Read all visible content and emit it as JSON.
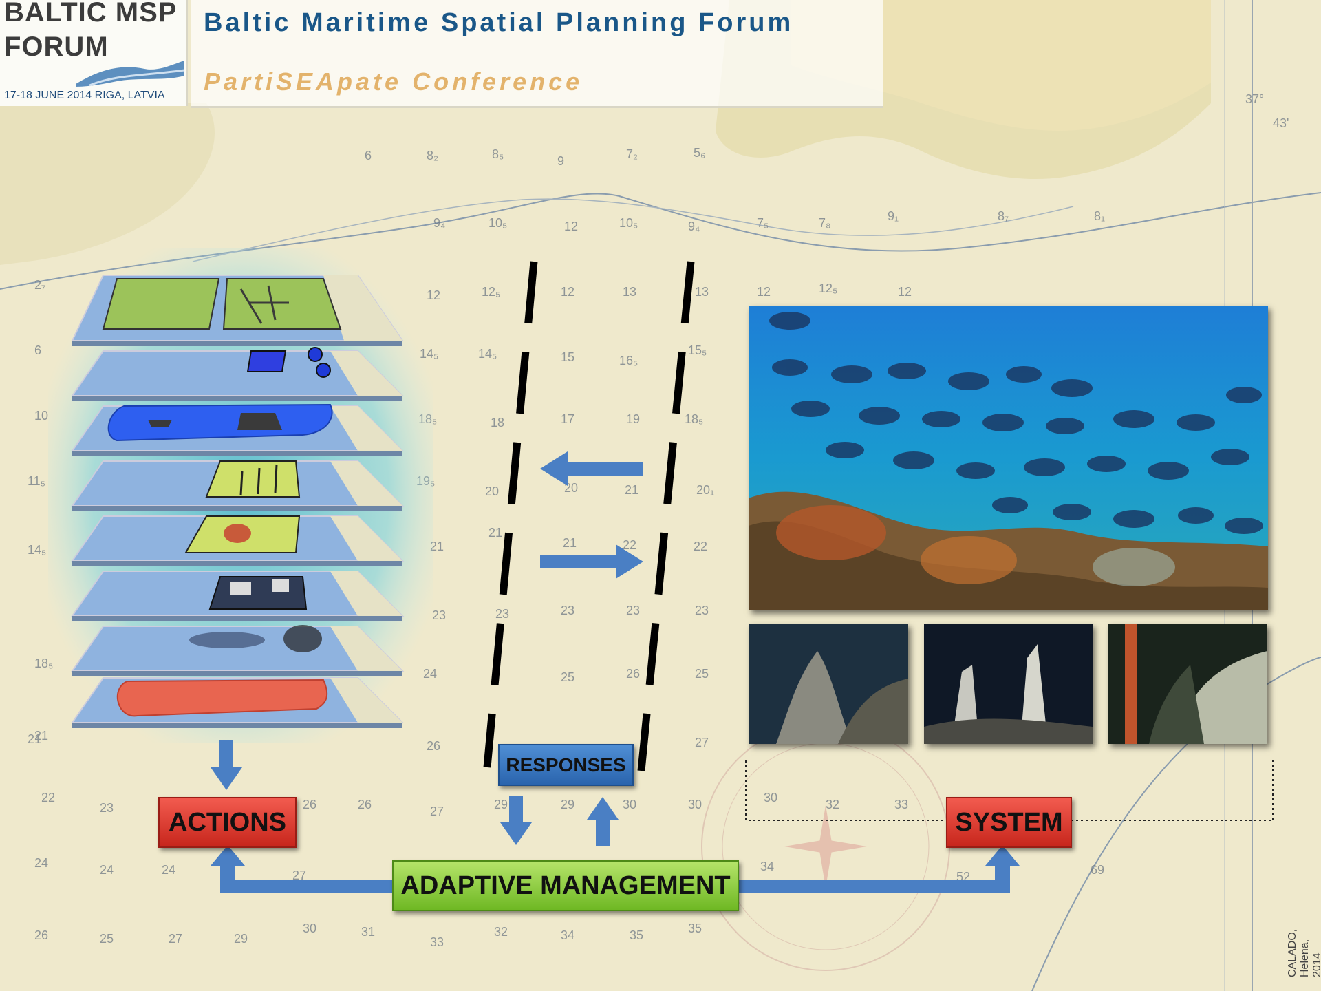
{
  "header": {
    "logo_line1": "BALTIC MSP",
    "logo_line2": "FORUM",
    "logo_date": "17-18 JUNE 2014 RIGA, LATVIA",
    "title": "Baltic Maritime Spatial Planning Forum",
    "subtitle": "PartiSEApate Conference"
  },
  "diagram": {
    "actions_label": "ACTIONS",
    "responses_label": "RESPONSES",
    "management_label": "ADAPTIVE MANAGEMENT",
    "system_label": "SYSTEM"
  },
  "colors": {
    "chart_background": "#efe9cc",
    "arrow": "#4a7fc4",
    "actions_red": "#d8362b",
    "responses_blue": "#3a78c4",
    "management_green": "#8fcf3c",
    "layer_sea": "#8fb3df",
    "layer_land": "#e6e2c6"
  },
  "credit": "CALADO, Helena, 2014"
}
